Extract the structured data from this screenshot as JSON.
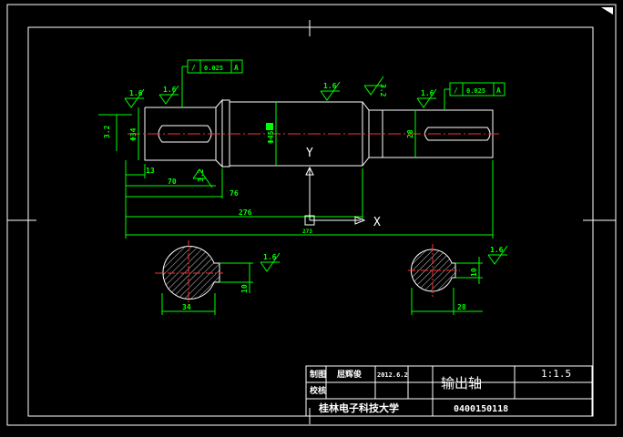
{
  "surface_finish": {
    "left_top_1": "1.6",
    "left_top_2": "1.6",
    "left_lower": "3.2",
    "center": "1.6",
    "right_upper": "3.2",
    "right": "1.6",
    "section_left": "1.6",
    "section_right": "1.6"
  },
  "tolerance": {
    "left": {
      "symbol": "/",
      "value": "0.025",
      "datum": "A"
    },
    "right": {
      "symbol": "/",
      "value": "0.025",
      "datum": "A"
    }
  },
  "diameters": {
    "left_end": "Φ34",
    "middle": "Φ45",
    "right_end": "28",
    "left_chamfer": "3.2"
  },
  "lengths": {
    "d13": "13",
    "d70": "70",
    "d76": "76",
    "d276": "276",
    "d273": "273"
  },
  "sections": {
    "left_width": "34",
    "left_keyway": "10",
    "right_width": "28",
    "right_keyway": "10"
  },
  "axes": {
    "y": "Y",
    "x": "X"
  },
  "title_block": {
    "designer_label": "制图",
    "designer": "屈辉俊",
    "date": "2012.6.2",
    "checker_label": "校核",
    "part_name": "输出轴",
    "scale": "1:1.5",
    "school": "桂林电子科技大学",
    "drawing_number": "0400150118"
  }
}
